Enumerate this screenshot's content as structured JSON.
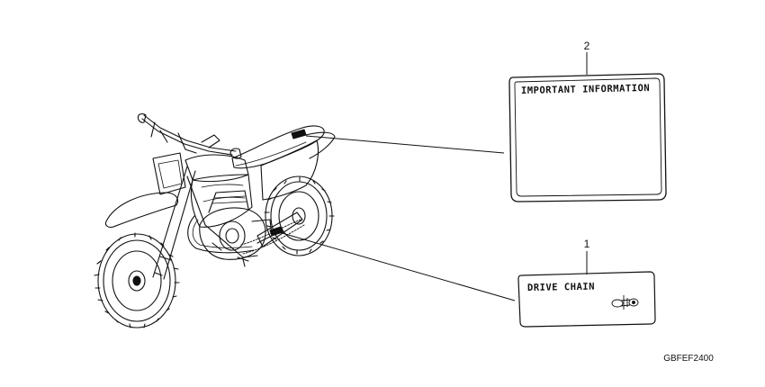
{
  "diagram_code": "GBFEF2400",
  "parts": [
    {
      "ref": "2",
      "label": "IMPORTANT INFORMATION"
    },
    {
      "ref": "1",
      "label": "DRIVE CHAIN"
    }
  ]
}
